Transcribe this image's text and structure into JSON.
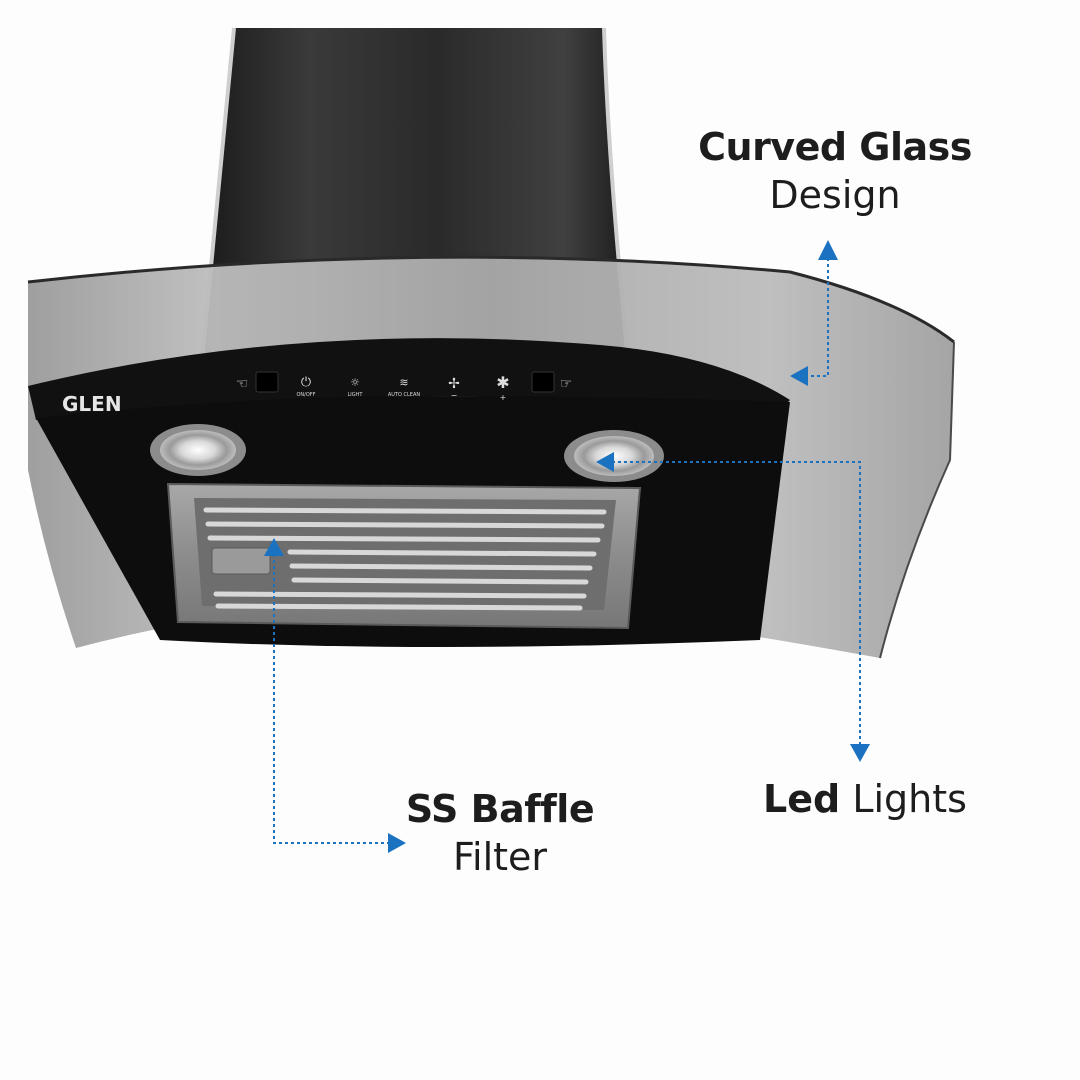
{
  "brand": "GLEN",
  "control_panel": {
    "on_off": "ON/OFF",
    "light": "LIGHT",
    "auto_clean": "AUTO CLEAN",
    "minus": "−",
    "plus": "+"
  },
  "callouts": {
    "curved_glass": {
      "bold": "Curved Glass",
      "regular": "Design"
    },
    "led_lights": {
      "bold": "Led",
      "regular": "Lights"
    },
    "baffle": {
      "bold": "SS Baffle",
      "regular": "Filter"
    }
  },
  "colors": {
    "callout_line": "#1a72c0",
    "text": "#1d1d1d"
  }
}
